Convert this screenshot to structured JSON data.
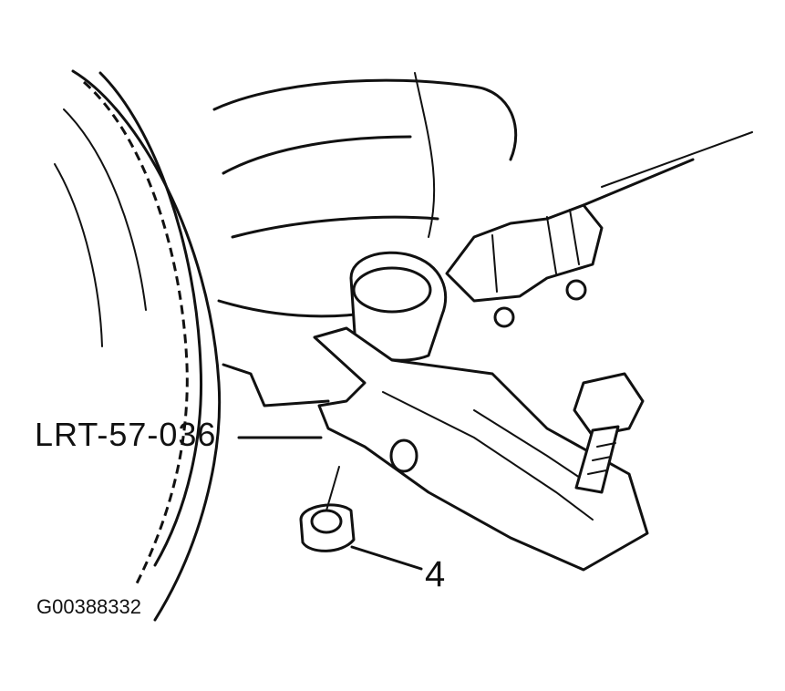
{
  "labels": {
    "tool": "LRT-57-036",
    "callout_4": "4",
    "figure_id": "G00388332"
  },
  "colors": {
    "ink": "#111111",
    "background": "#ffffff"
  }
}
